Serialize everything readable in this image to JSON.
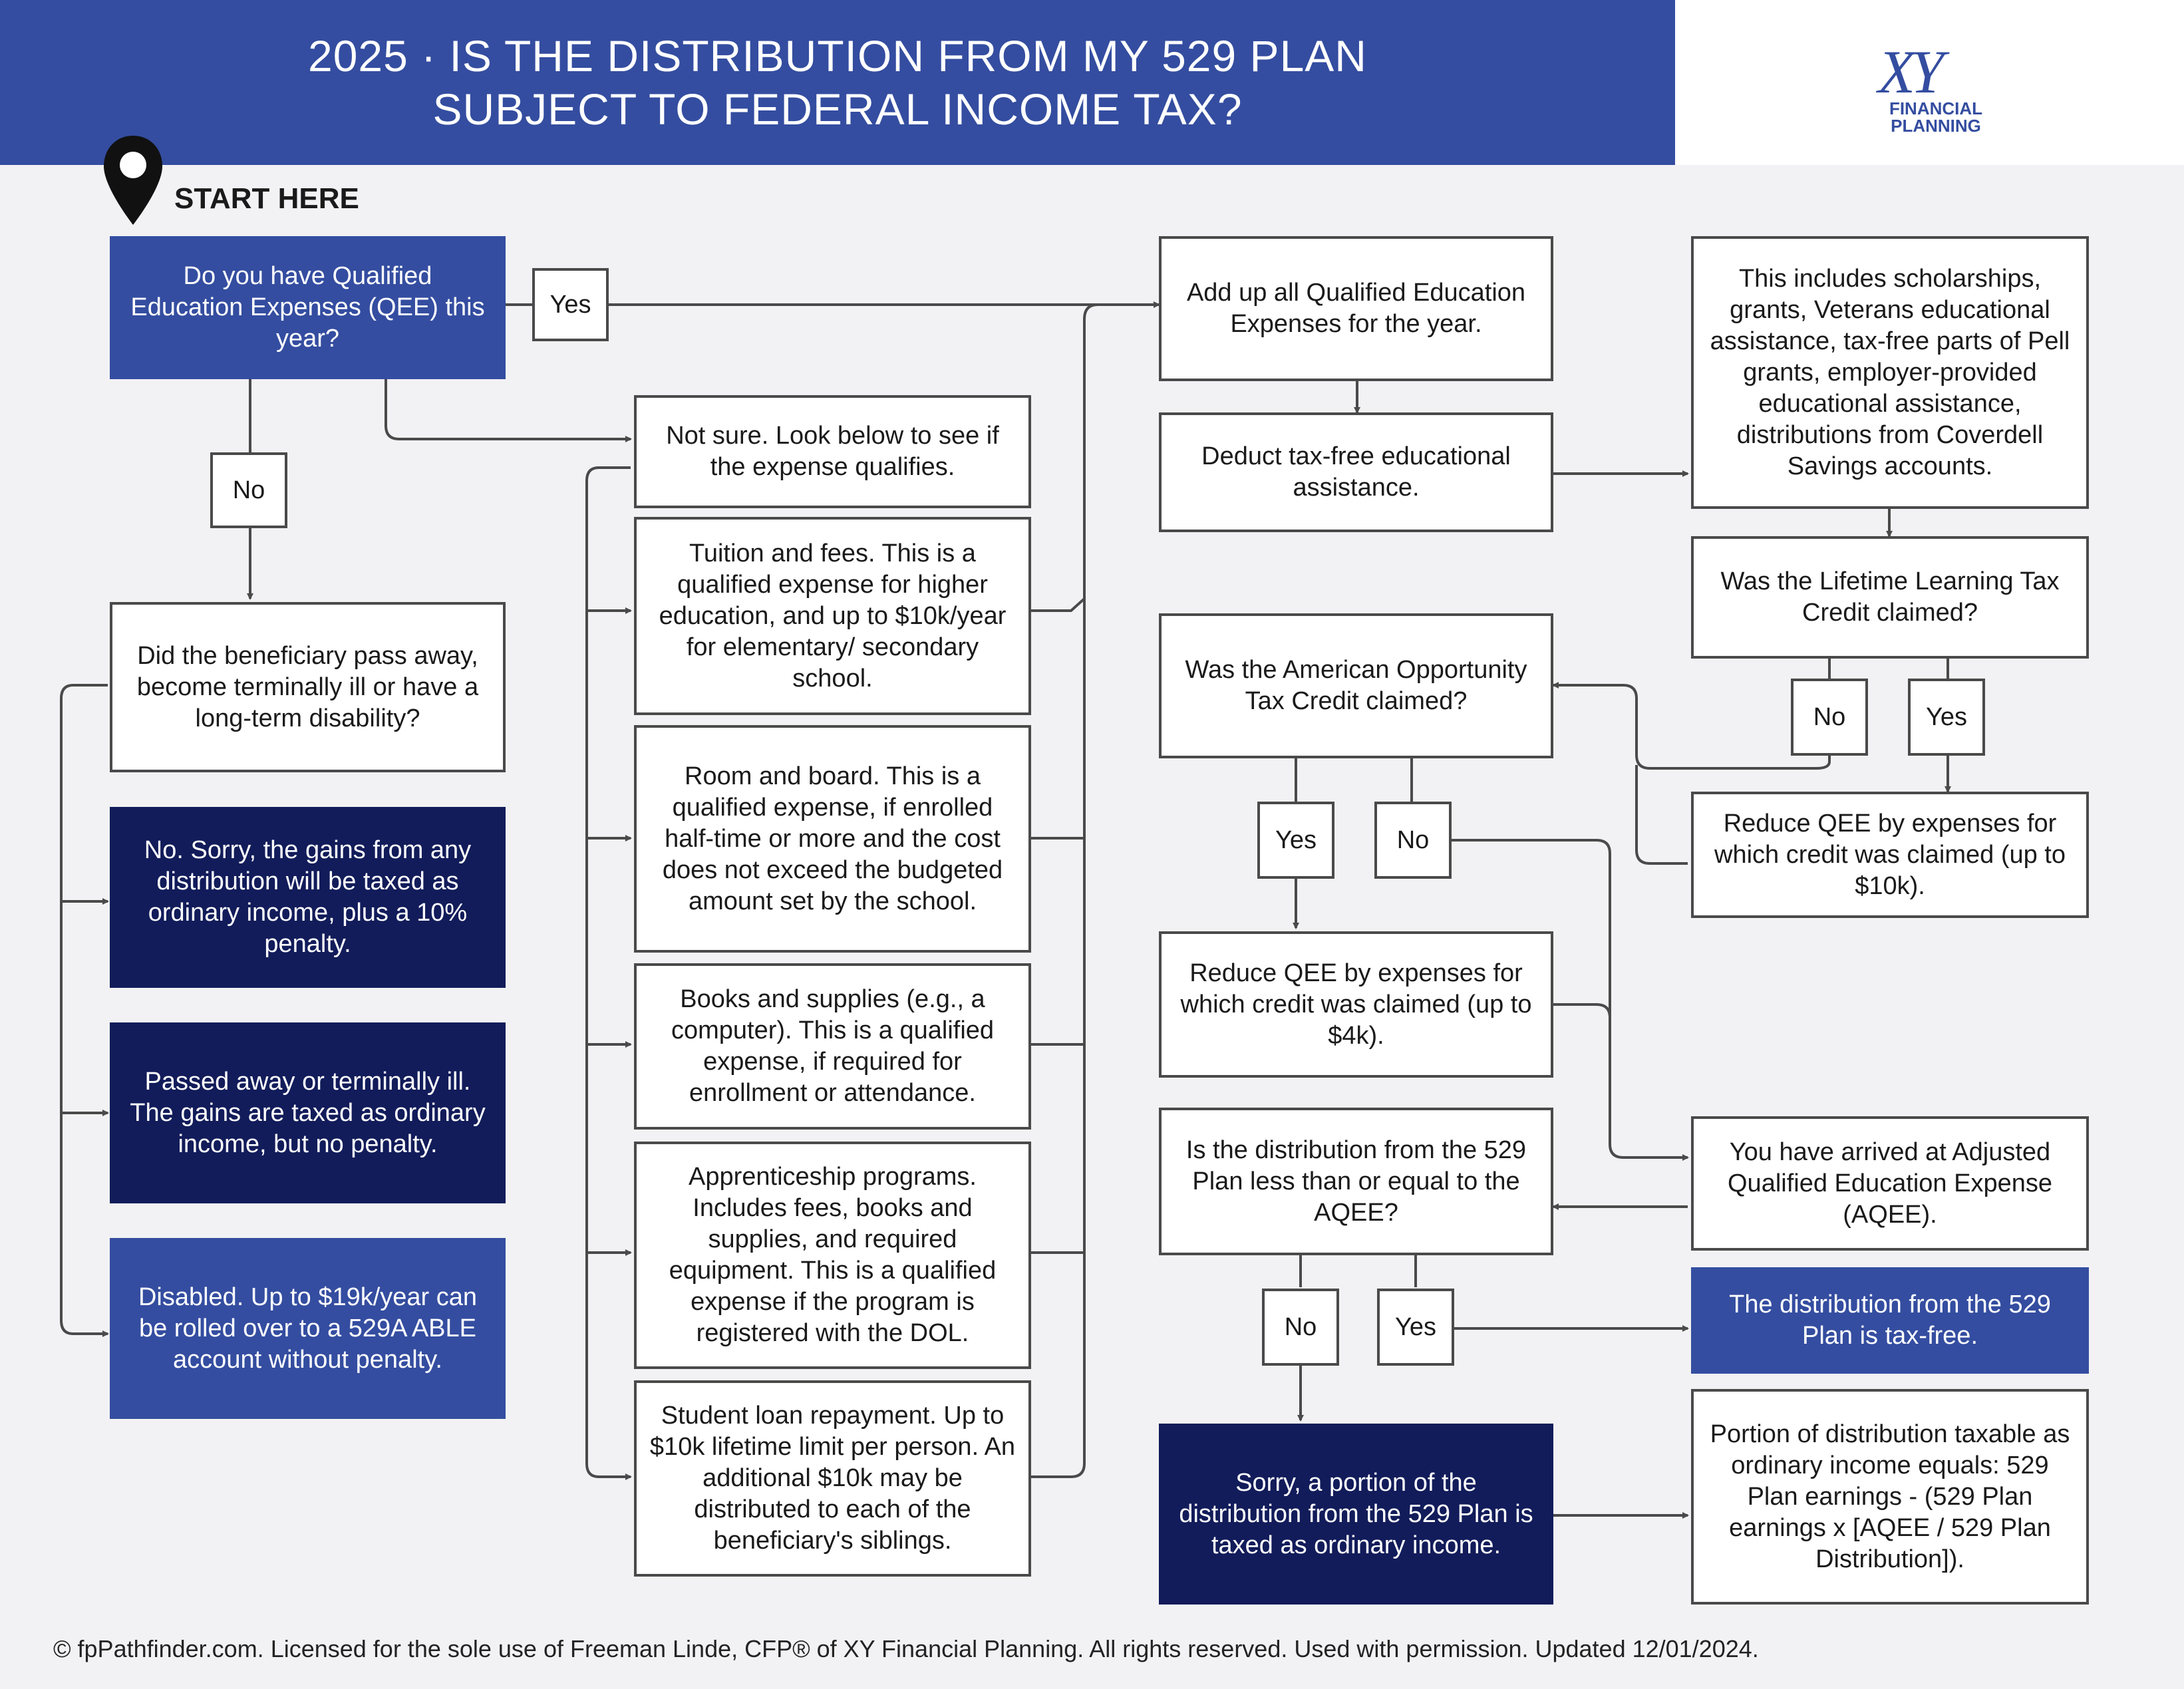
{
  "header": {
    "title_line1": "2025 · IS THE DISTRIBUTION FROM MY 529 PLAN",
    "title_line2": "SUBJECT TO FEDERAL INCOME TAX?"
  },
  "logo": {
    "mark": "XY",
    "line1": "FINANCIAL",
    "line2": "PLANNING"
  },
  "start_label": "START HERE",
  "nodes": {
    "q_qee": "Do you have Qualified Education Expenses (QEE) this year?",
    "not_sure": "Not sure. Look below to see if the expense qualifies.",
    "tuition": "Tuition and fees. This is a qualified expense for higher education, and up to $10k/year for elementary/ secondary school.",
    "room": "Room and board. This is a qualified expense, if enrolled half-time or more and the cost does not exceed the budgeted amount set by the school.",
    "books": "Books and supplies (e.g., a computer). This is a qualified expense, if required for enrollment or attendance.",
    "apprentice": "Apprenticeship programs. Includes fees, books and supplies, and required equipment. This is a qualified expense if the program is registered with the DOL.",
    "student_loan": "Student loan repayment. Up to $10k lifetime limit per person. An additional $10k may be distributed to each of the beneficiary's siblings.",
    "q_beneficiary": "Did the beneficiary pass away, become terminally ill or have a long-term disability?",
    "no_sorry": "No. Sorry, the gains from any distribution will be taxed as ordinary income, plus a 10% penalty.",
    "passed_away": "Passed away or terminally ill. The gains are taxed as ordinary income, but no penalty.",
    "disabled": "Disabled. Up to $19k/year can be rolled over to a 529A ABLE account without penalty.",
    "add_up": "Add up all Qualified Education Expenses for the year.",
    "deduct": "Deduct tax-free educational assistance.",
    "includes": "This includes scholarships, grants, Veterans educational assistance, tax-free parts of Pell grants, employer-provided educational assistance, distributions from Coverdell Savings accounts.",
    "q_llc": "Was the Lifetime Learning Tax Credit claimed?",
    "reduce_10k": "Reduce QEE by expenses for which credit was claimed (up to $10k).",
    "q_aotc": "Was the American Opportunity Tax Credit claimed?",
    "reduce_4k": "Reduce QEE by expenses for which credit was claimed (up to $4k).",
    "aqee": "You have arrived at Adjusted Qualified Education Expense (AQEE).",
    "q_dist": "Is the distribution from the 529 Plan less than or equal to the AQEE?",
    "tax_free": "The distribution from the 529 Plan is tax-free.",
    "sorry_portion": "Sorry, a portion of the distribution from the 529 Plan is taxed as ordinary income.",
    "formula": "Portion of distribution taxable as ordinary income equals: 529 Plan earnings - (529 Plan earnings x [AQEE / 529 Plan Distribution])."
  },
  "labels": {
    "yes": "Yes",
    "no": "No"
  },
  "colors": {
    "header": "#344da0",
    "mid_blue": "#344da0",
    "dark_navy": "#121c5a",
    "line": "#4a4a4a",
    "background": "#f2f2f4"
  },
  "footer": "© fpPathfinder.com. Licensed for the sole use of Freeman Linde, CFP® of XY Financial Planning. All rights reserved. Used with permission. Updated 12/01/2024."
}
